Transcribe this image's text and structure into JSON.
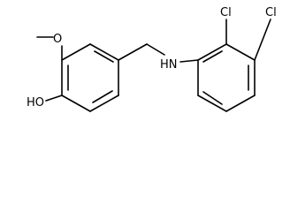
{
  "structure": {
    "atoms": {
      "methoxy_o": "O",
      "hydroxyl": "HO",
      "amine": "HN",
      "chloro_2": "Cl",
      "chloro_3": "Cl"
    }
  }
}
